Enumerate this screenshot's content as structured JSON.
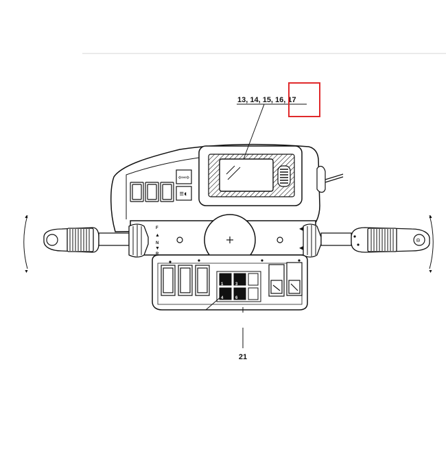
{
  "callouts": {
    "top_label": "13, 14, 15, 16, 17",
    "bottom_label": "21"
  },
  "direction_letters": {
    "forward": "F",
    "neutral": "N",
    "reverse": "R"
  },
  "switch_digits": [
    "1",
    "3",
    "4",
    "6"
  ],
  "highlight": {
    "color": "#e0292b",
    "target": "17"
  },
  "colors": {
    "line": "#111111",
    "gray_rule": "#c8c8c8"
  },
  "icons": {
    "hatched_display": "display-panel",
    "indicator_lamps": "lamp-icon",
    "headlight": "headlight-icon",
    "horn_button": "horn-button",
    "arrow_up": "arrow-icon"
  }
}
